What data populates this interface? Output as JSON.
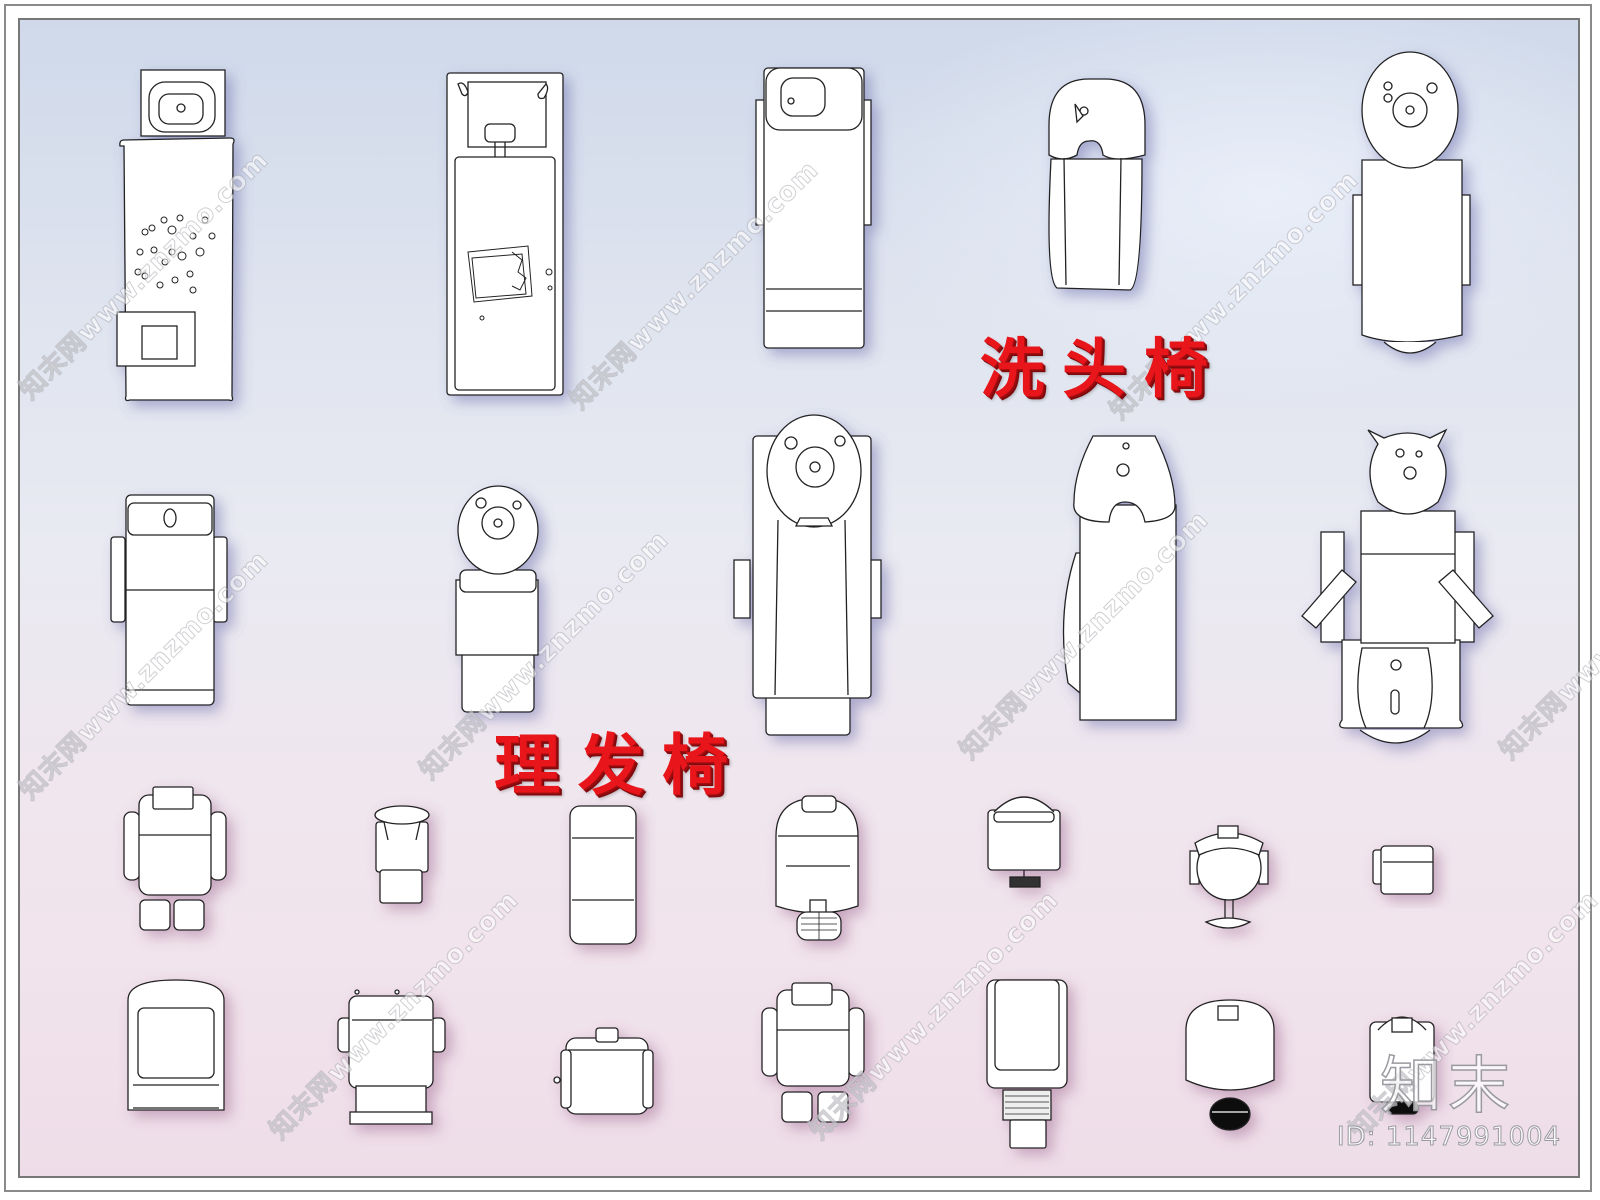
{
  "labels": {
    "shampoo_chairs": "洗头椅",
    "barber_chairs": "理发椅"
  },
  "watermarks": {
    "site_text": "知末网www.znzmo.com",
    "brand": "知末",
    "id": "ID: 1147991004"
  },
  "colors": {
    "label_red": "#e8161b",
    "line": "#222222",
    "fill": "#ffffff",
    "bg_top": "#cfd9ea",
    "bg_bottom": "#eedde8"
  },
  "sections": [
    {
      "name": "shampoo-chairs",
      "label_key": "labels.shampoo_chairs",
      "rows": 2,
      "count": 10
    },
    {
      "name": "barber-chairs",
      "label_key": "labels.barber_chairs",
      "rows": 2,
      "count": 14
    }
  ]
}
